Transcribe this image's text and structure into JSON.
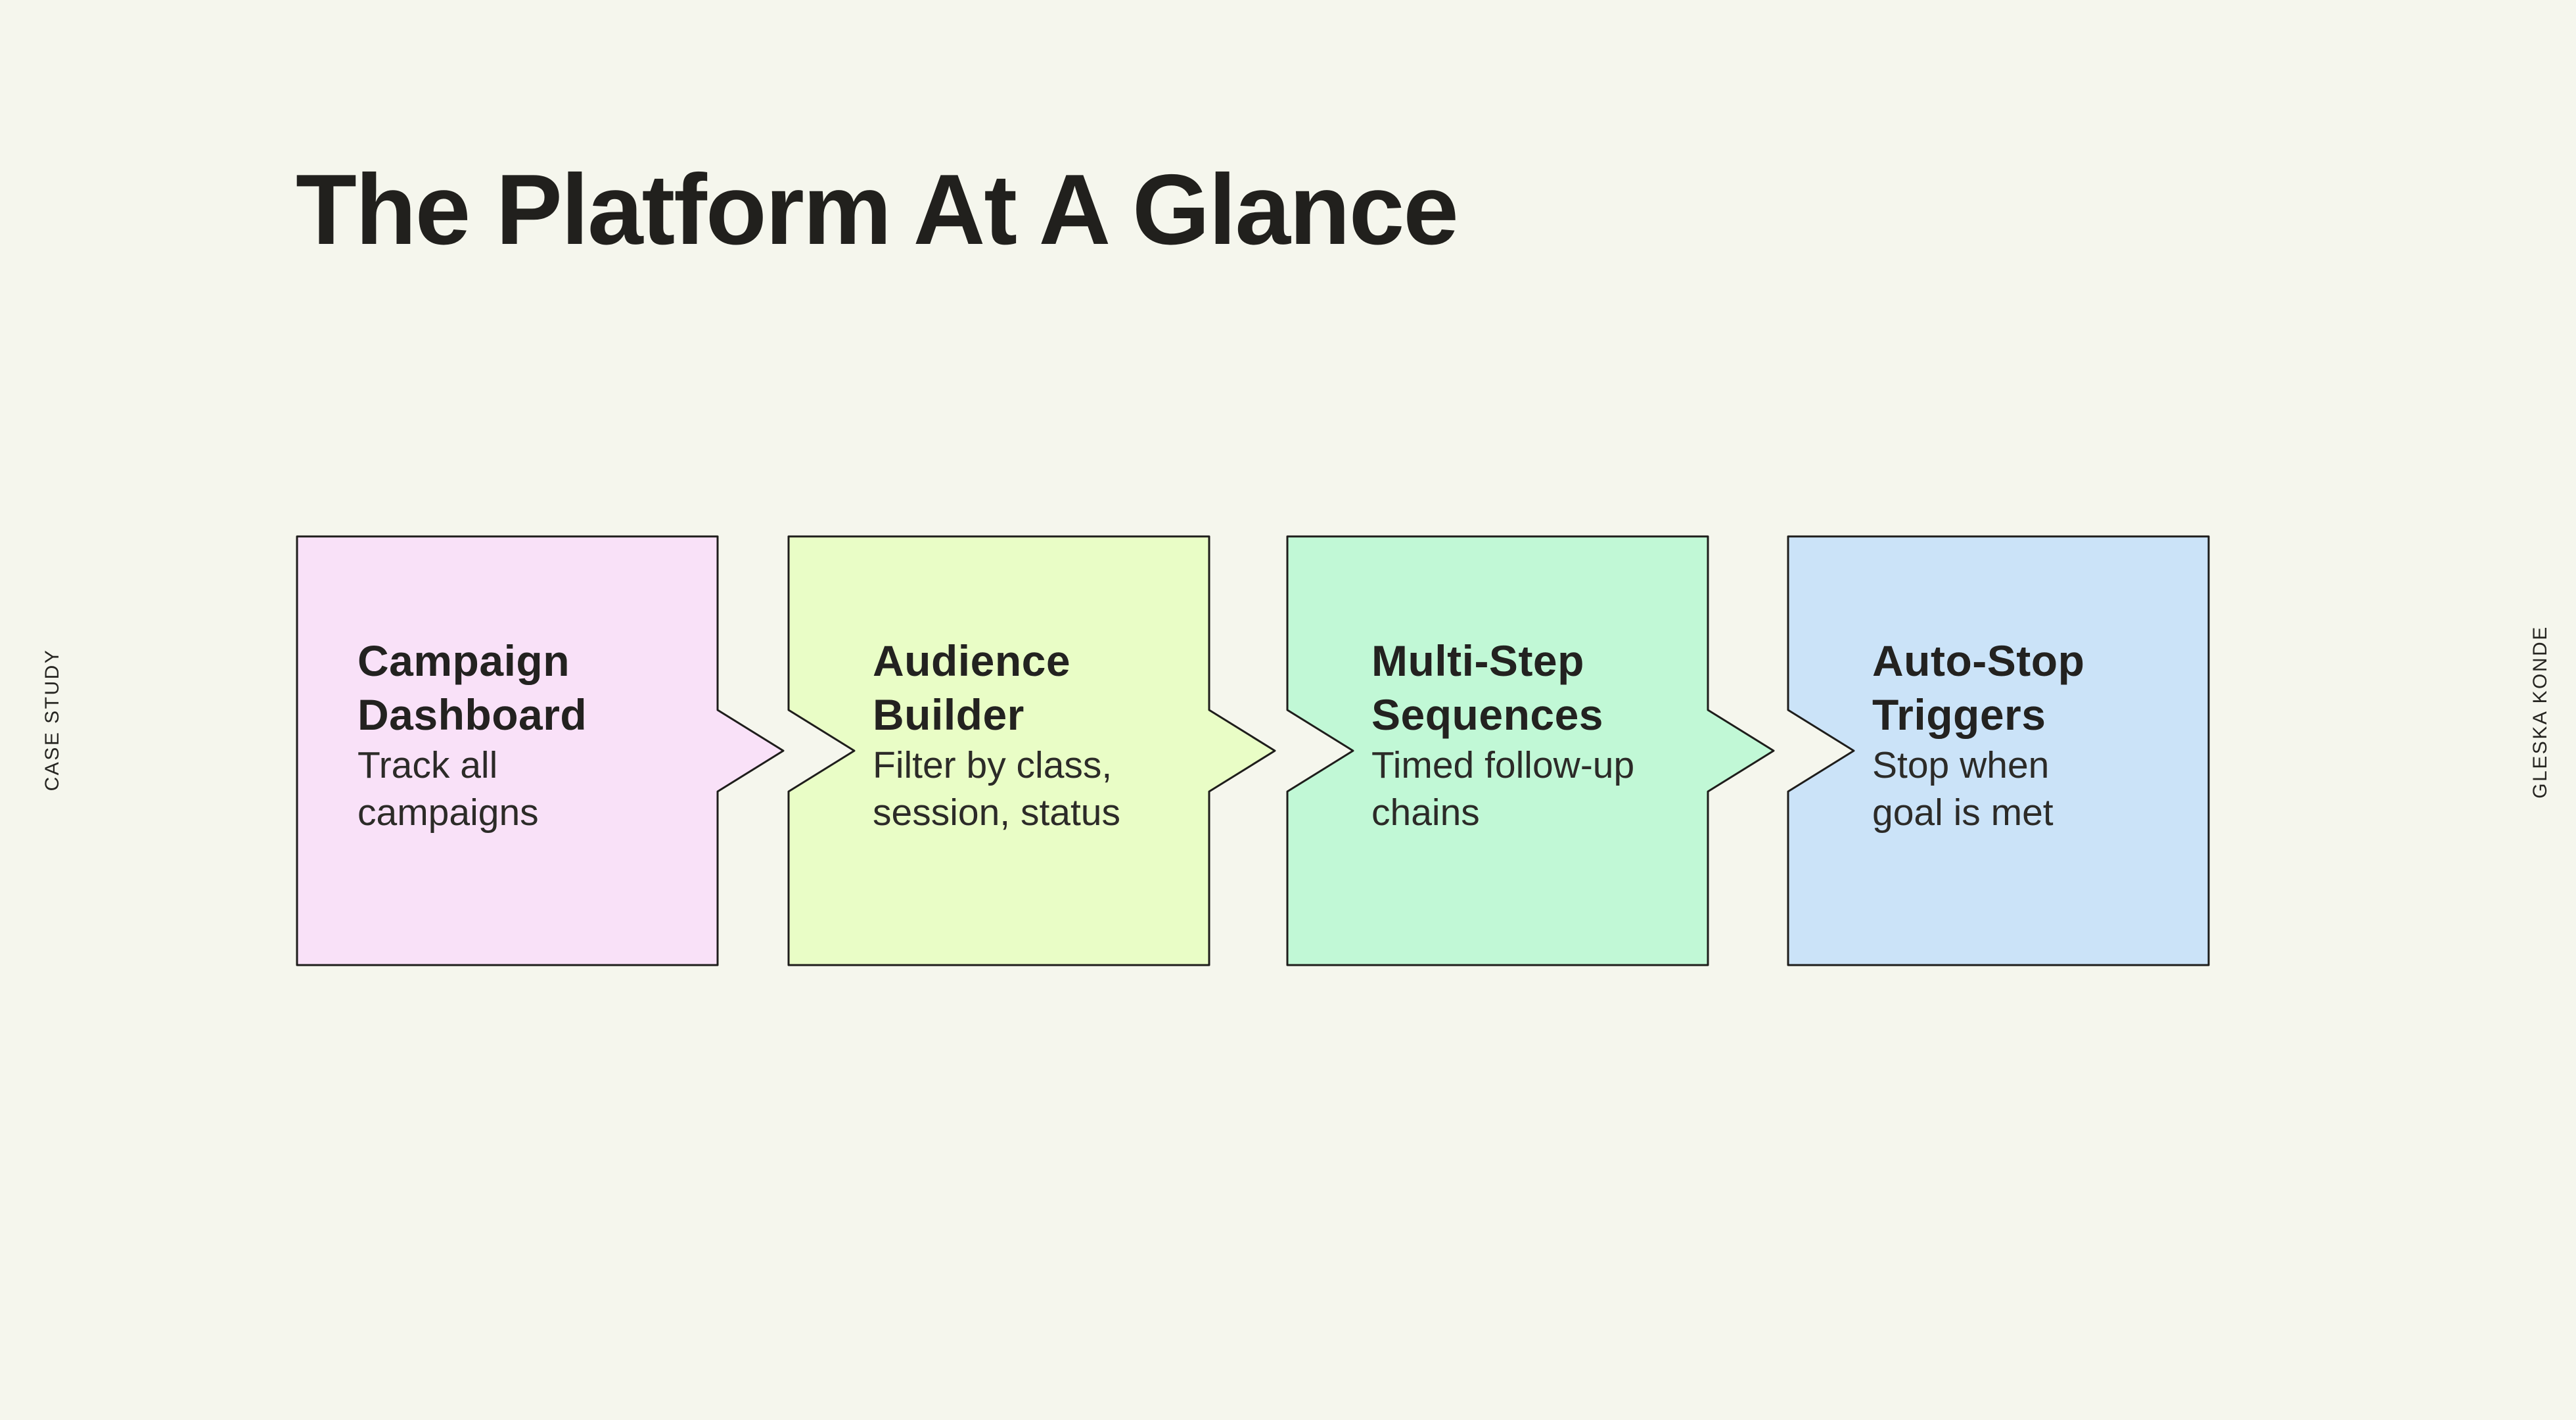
{
  "slide": {
    "title": "The Platform At A Glance",
    "background_color": "#f5f6ed",
    "text_color": "#23221f",
    "border_color": "#1e1d1b"
  },
  "side_labels": {
    "left": "CASE STUDY",
    "right": "GLESKA KONDE"
  },
  "steps": [
    {
      "title": "Campaign\nDashboard",
      "description": "Track all\ncampaigns",
      "color": "#f9e1f8"
    },
    {
      "title": "Audience\nBuilder",
      "description": "Filter by class,\nsession, status",
      "color": "#e9fdc6"
    },
    {
      "title": "Multi-Step\nSequences",
      "description": "Timed follow-up\nchains",
      "color": "#c1f8d6"
    },
    {
      "title": "Auto-Stop\nTriggers",
      "description": "Stop when\ngoal is met",
      "color": "#cbe3f8"
    }
  ]
}
